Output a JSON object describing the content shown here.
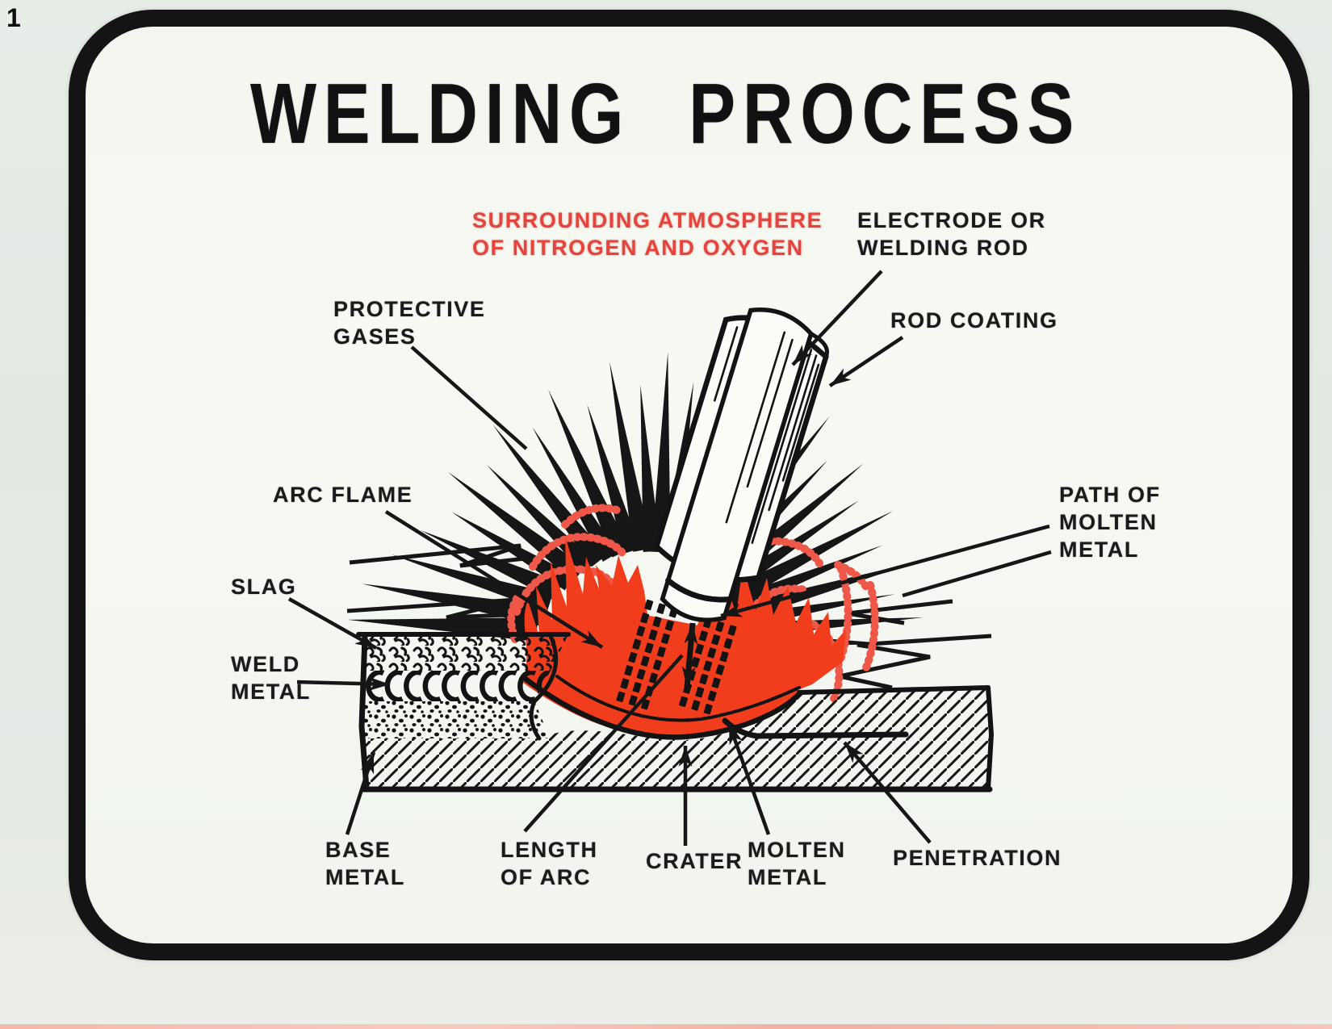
{
  "page_marker": "1",
  "title": "WELDING PROCESS",
  "colors": {
    "label_red": "#e5443c",
    "flame_orange": "#f23d1c",
    "cloud_red": "#ef5748",
    "ink": "#161616",
    "panel_bg": "#f5f7f2",
    "outer_bg": "#e6eae5"
  },
  "labels": {
    "atmosphere": "SURROUNDING ATMOSPHERE\nOF NITROGEN AND OXYGEN",
    "electrode": "ELECTRODE OR\nWELDING ROD",
    "rod_coating": "ROD COATING",
    "protective_gases": "PROTECTIVE\nGASES",
    "arc_flame": "ARC FLAME",
    "path_of_molten_metal": "PATH OF\nMOLTEN\nMETAL",
    "slag": "SLAG",
    "weld_metal": "WELD\nMETAL",
    "base_metal": "BASE\nMETAL",
    "length_of_arc": "LENGTH\nOF ARC",
    "crater": "CRATER",
    "molten_metal": "MOLTEN\nMETAL",
    "penetration": "PENETRATION"
  }
}
